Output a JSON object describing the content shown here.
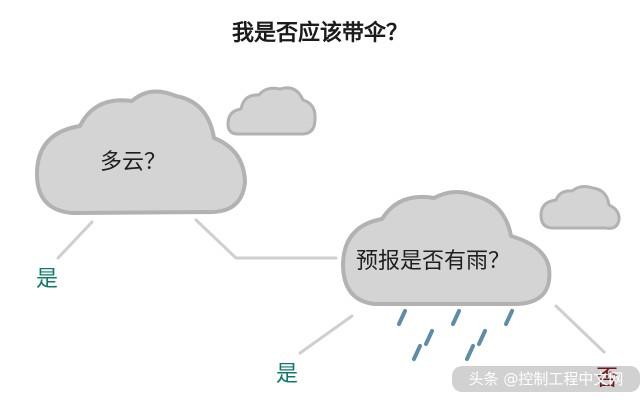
{
  "title": "我是否应该带伞？",
  "nodes": {
    "q1": "多云？",
    "q2": "预报是否有雨？"
  },
  "answers": {
    "yes_1": "是",
    "yes_2": "是",
    "no_2": "否"
  },
  "watermark": "头条 @控制工程中文网",
  "colors": {
    "cloud_fill": "#d4d4d4",
    "cloud_stroke": "#b2b2b2",
    "line": "#cfcfcf",
    "rain": "#5d8ea6",
    "yes": "#0e7a68",
    "no": "#8b1b1b"
  }
}
